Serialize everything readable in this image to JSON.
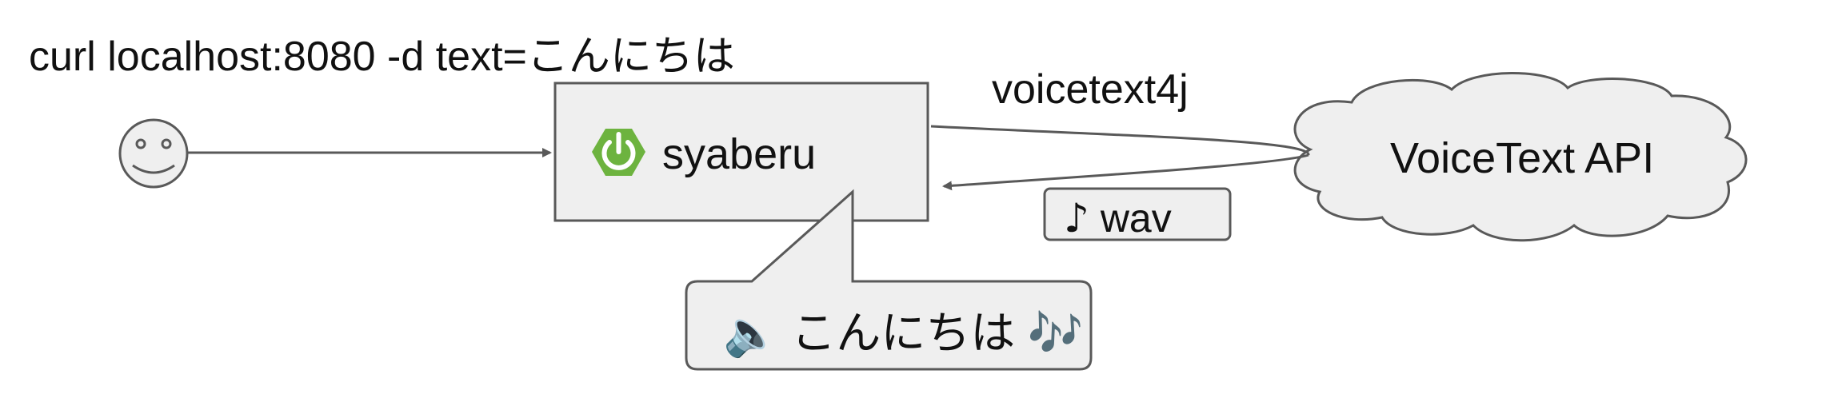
{
  "command": {
    "text": "curl localhost:8080 -d text=こんにちは"
  },
  "client": {
    "icon": "smiley-face-icon"
  },
  "service": {
    "name": "syaberu",
    "icon": "spring-power-icon",
    "icon_color": "#6db33f"
  },
  "library": {
    "label": "voicetext4j"
  },
  "api": {
    "label": "VoiceText API",
    "shape": "cloud"
  },
  "response": {
    "note_glyph": "♪",
    "label": "wav"
  },
  "speech": {
    "speaker_glyph": "🔈",
    "text": "こんにちは",
    "notes_glyph": "🎶"
  },
  "colors": {
    "box_fill": "#efefef",
    "stroke": "#595959",
    "arrow": "#595959"
  }
}
